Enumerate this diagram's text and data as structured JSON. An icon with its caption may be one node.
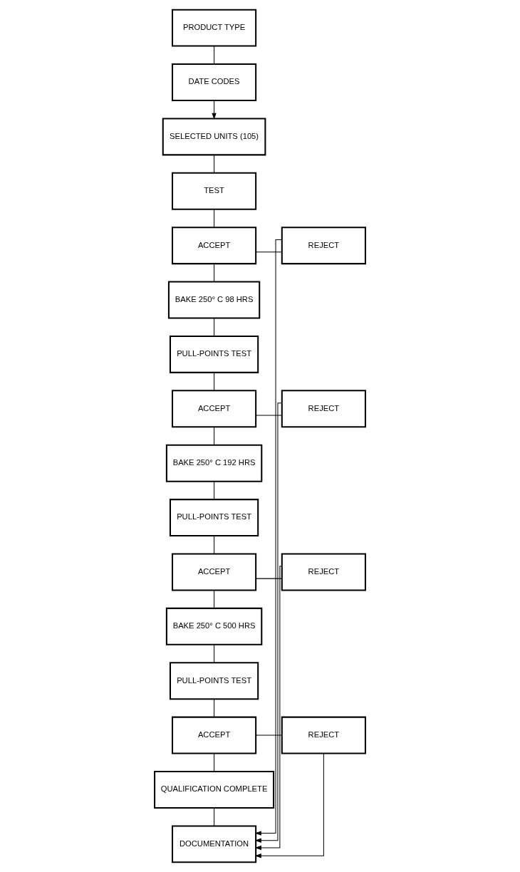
{
  "diagram": {
    "nodes": [
      {
        "text": [
          "PRODUCT TYPE"
        ]
      },
      {
        "text": [
          "DATE CODES"
        ]
      },
      {
        "text": [
          "SELECTED UNITS (105)"
        ]
      },
      {
        "text": [
          "TEST"
        ]
      },
      {
        "text": [
          "ACCEPT"
        ]
      },
      {
        "text": [
          "REJECT"
        ]
      },
      {
        "text": [
          "BAKE 250° C 98 HRS"
        ]
      },
      {
        "text": [
          "PULL-POINTS TEST"
        ]
      },
      {
        "text": [
          "ACCEPT"
        ]
      },
      {
        "text": [
          "REJECT"
        ]
      },
      {
        "text": [
          "BAKE 250° C 192 HRS"
        ]
      },
      {
        "text": [
          "PULL-POINTS TEST"
        ]
      },
      {
        "text": [
          "ACCEPT"
        ]
      },
      {
        "text": [
          "REJECT"
        ]
      },
      {
        "text": [
          "BAKE 250° C 500 HRS"
        ]
      },
      {
        "text": [
          "PULL-POINTS TEST"
        ]
      },
      {
        "text": [
          "ACCEPT"
        ]
      },
      {
        "text": [
          "REJECT"
        ]
      },
      {
        "text": [
          "QUALIFICATION COMPLETE"
        ]
      },
      {
        "text": [
          "DOCUMENTATION"
        ]
      }
    ],
    "edges": [
      {
        "from": 0,
        "to": 1,
        "arrow": "none"
      },
      {
        "from": 1,
        "to": 2,
        "arrow": "to"
      },
      {
        "from": 2,
        "to": 3,
        "arrow": "none"
      },
      {
        "from": 3,
        "to": 4,
        "arrow": "none"
      },
      {
        "from": 4,
        "to": 5,
        "arrow": "none"
      },
      {
        "from": 5,
        "to": 19,
        "arrow": "to"
      },
      {
        "from": 4,
        "to": 6,
        "arrow": "none"
      },
      {
        "from": 6,
        "to": 7,
        "arrow": "none"
      },
      {
        "from": 7,
        "to": 8,
        "arrow": "none"
      },
      {
        "from": 8,
        "to": 9,
        "arrow": "none"
      },
      {
        "from": 9,
        "to": 19,
        "arrow": "to"
      },
      {
        "from": 8,
        "to": 10,
        "arrow": "none"
      },
      {
        "from": 10,
        "to": 11,
        "arrow": "none"
      },
      {
        "from": 11,
        "to": 12,
        "arrow": "none"
      },
      {
        "from": 12,
        "to": 13,
        "arrow": "none"
      },
      {
        "from": 13,
        "to": 19,
        "arrow": "to"
      },
      {
        "from": 12,
        "to": 14,
        "arrow": "none"
      },
      {
        "from": 14,
        "to": 15,
        "arrow": "none"
      },
      {
        "from": 15,
        "to": 16,
        "arrow": "none"
      },
      {
        "from": 16,
        "to": 17,
        "arrow": "none"
      },
      {
        "from": 17,
        "to": 19,
        "arrow": "to"
      },
      {
        "from": 16,
        "to": 18,
        "arrow": "none"
      },
      {
        "from": 18,
        "to": 19,
        "arrow": "none"
      }
    ]
  }
}
